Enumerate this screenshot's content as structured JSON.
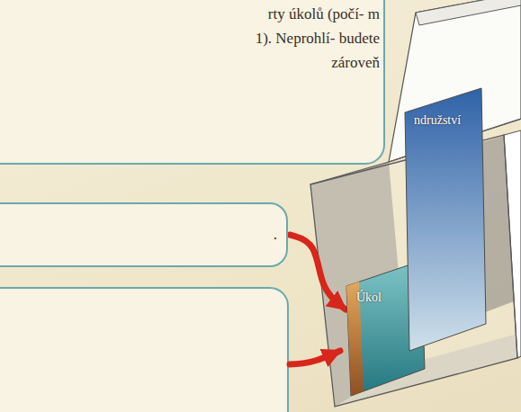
{
  "diagram": {
    "nodes": [
      {
        "text": [
          "rty úkolů (počí- m 1). Neprohlí- budete zároveň"
        ]
      },
      {
        "text": [
          "."
        ]
      },
      {
        "text": [
          "Úkol"
        ]
      },
      {
        "text": [
          "ndružství"
        ]
      }
    ],
    "edges": [
      {
        "from": 1,
        "to": 2,
        "arrow": "to"
      }
    ]
  }
}
